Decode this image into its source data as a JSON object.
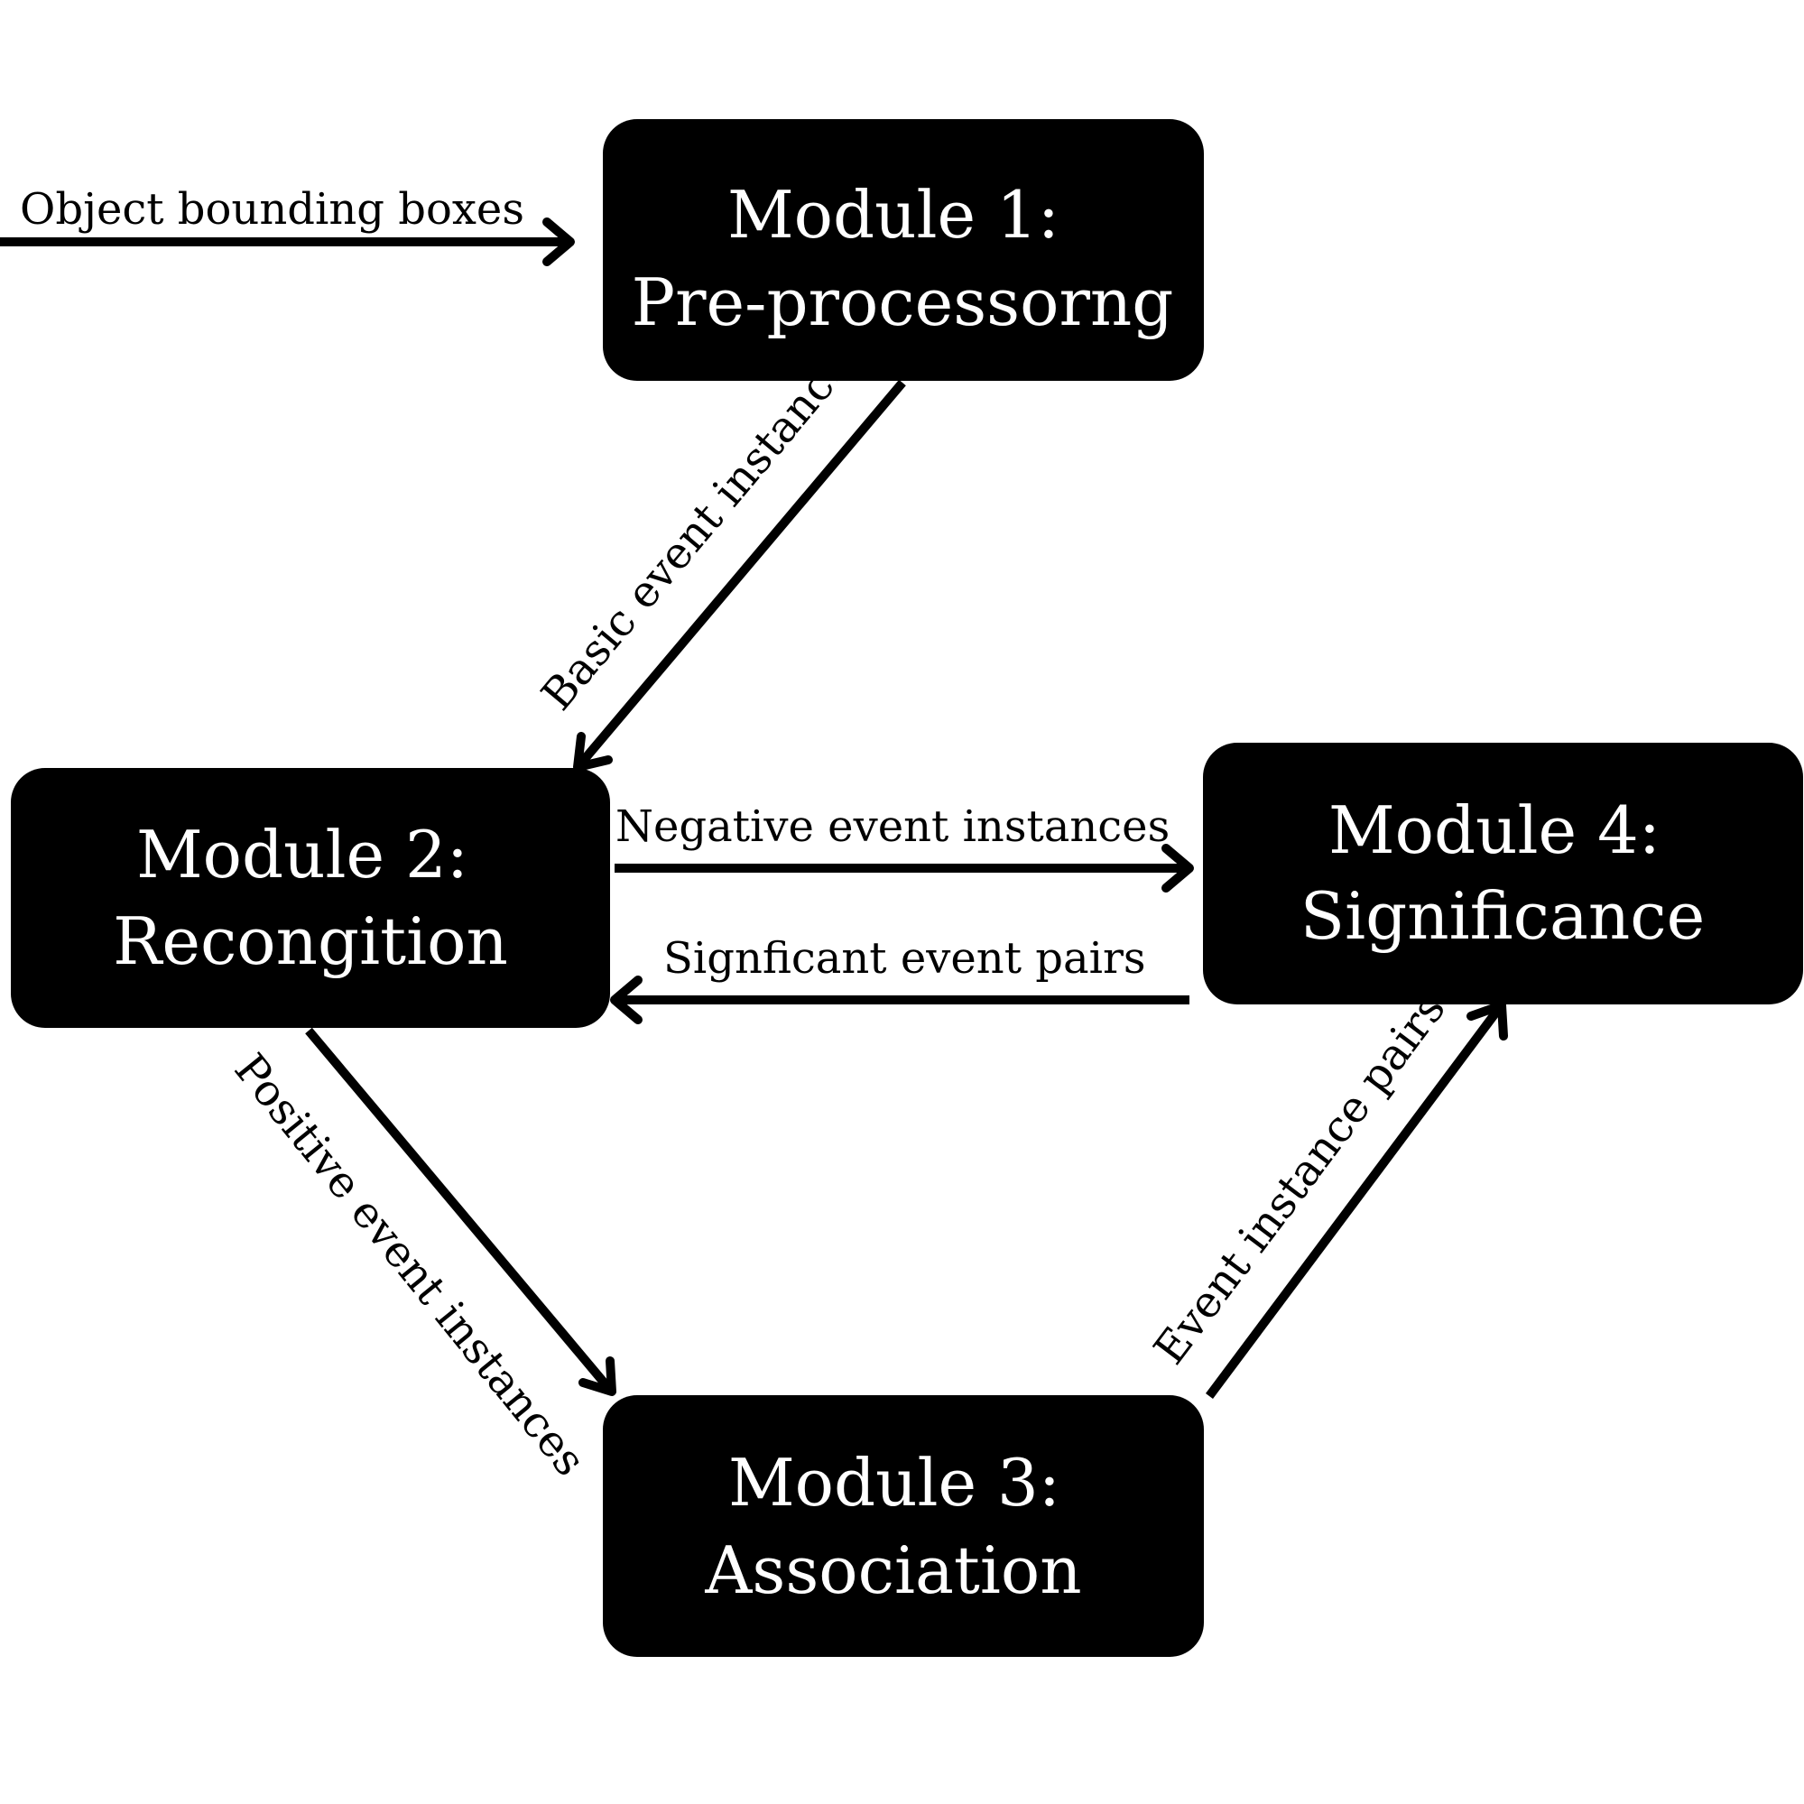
{
  "diagram": {
    "box_color": "#000000",
    "box_text_color": "#ffffff",
    "modules": {
      "m1": {
        "title": "Module 1:",
        "subtitle": "Pre-processorng"
      },
      "m2": {
        "title": "Module 2:",
        "subtitle": "Recongition"
      },
      "m3": {
        "title": "Module 3:",
        "subtitle": "Association"
      },
      "m4": {
        "title": "Module 4:",
        "subtitle": "Significance"
      }
    },
    "edges": {
      "input": "Object bounding boxes",
      "m1_m2": "Basic event instances",
      "m2_m4": "Negative event instances",
      "m4_m2": "Signficant event pairs",
      "m2_m3": "Positive event instances",
      "m3_m4": "Event instance pairs"
    }
  }
}
